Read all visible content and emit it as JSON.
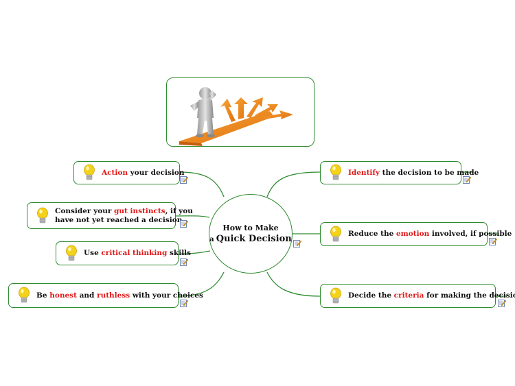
{
  "center": {
    "line1": "How to Make",
    "line2_prefix": "a",
    "line2_main": "Quick Decision"
  },
  "colors": {
    "line": "#2e8b2e",
    "highlight": "#e01818",
    "arrow": "#f28a1a",
    "bulb": "#f5d21a"
  },
  "image": {
    "icon": "person-at-crossroads-arrows-image"
  },
  "branches": {
    "action": [
      {
        "t": "Action",
        "h": true
      },
      {
        "t": " your decision",
        "h": false
      }
    ],
    "gut1": [
      {
        "t": "Consider your ",
        "h": false
      },
      {
        "t": "gut instincts",
        "h": true
      },
      {
        "t": ", if you",
        "h": false
      }
    ],
    "gut2": [
      {
        "t": "have not yet reached a decision",
        "h": false
      }
    ],
    "critical": [
      {
        "t": "Use ",
        "h": false
      },
      {
        "t": "critical thinking",
        "h": true
      },
      {
        "t": " skills",
        "h": false
      }
    ],
    "honest": [
      {
        "t": "Be ",
        "h": false
      },
      {
        "t": "honest",
        "h": true
      },
      {
        "t": " and ",
        "h": false
      },
      {
        "t": "ruthless",
        "h": true
      },
      {
        "t": " with your choices",
        "h": false
      }
    ],
    "identify": [
      {
        "t": "Identify",
        "h": true
      },
      {
        "t": " the decision to be made",
        "h": false
      }
    ],
    "emotion": [
      {
        "t": "Reduce the ",
        "h": false
      },
      {
        "t": "emotion",
        "h": true
      },
      {
        "t": " involved, if possible",
        "h": false
      }
    ],
    "criteria": [
      {
        "t": "Decide the ",
        "h": false
      },
      {
        "t": "criteria",
        "h": true
      },
      {
        "t": " for making the decision",
        "h": false
      }
    ]
  },
  "icons": {
    "bulb": "lightbulb-icon",
    "note": "note-pencil-icon"
  }
}
